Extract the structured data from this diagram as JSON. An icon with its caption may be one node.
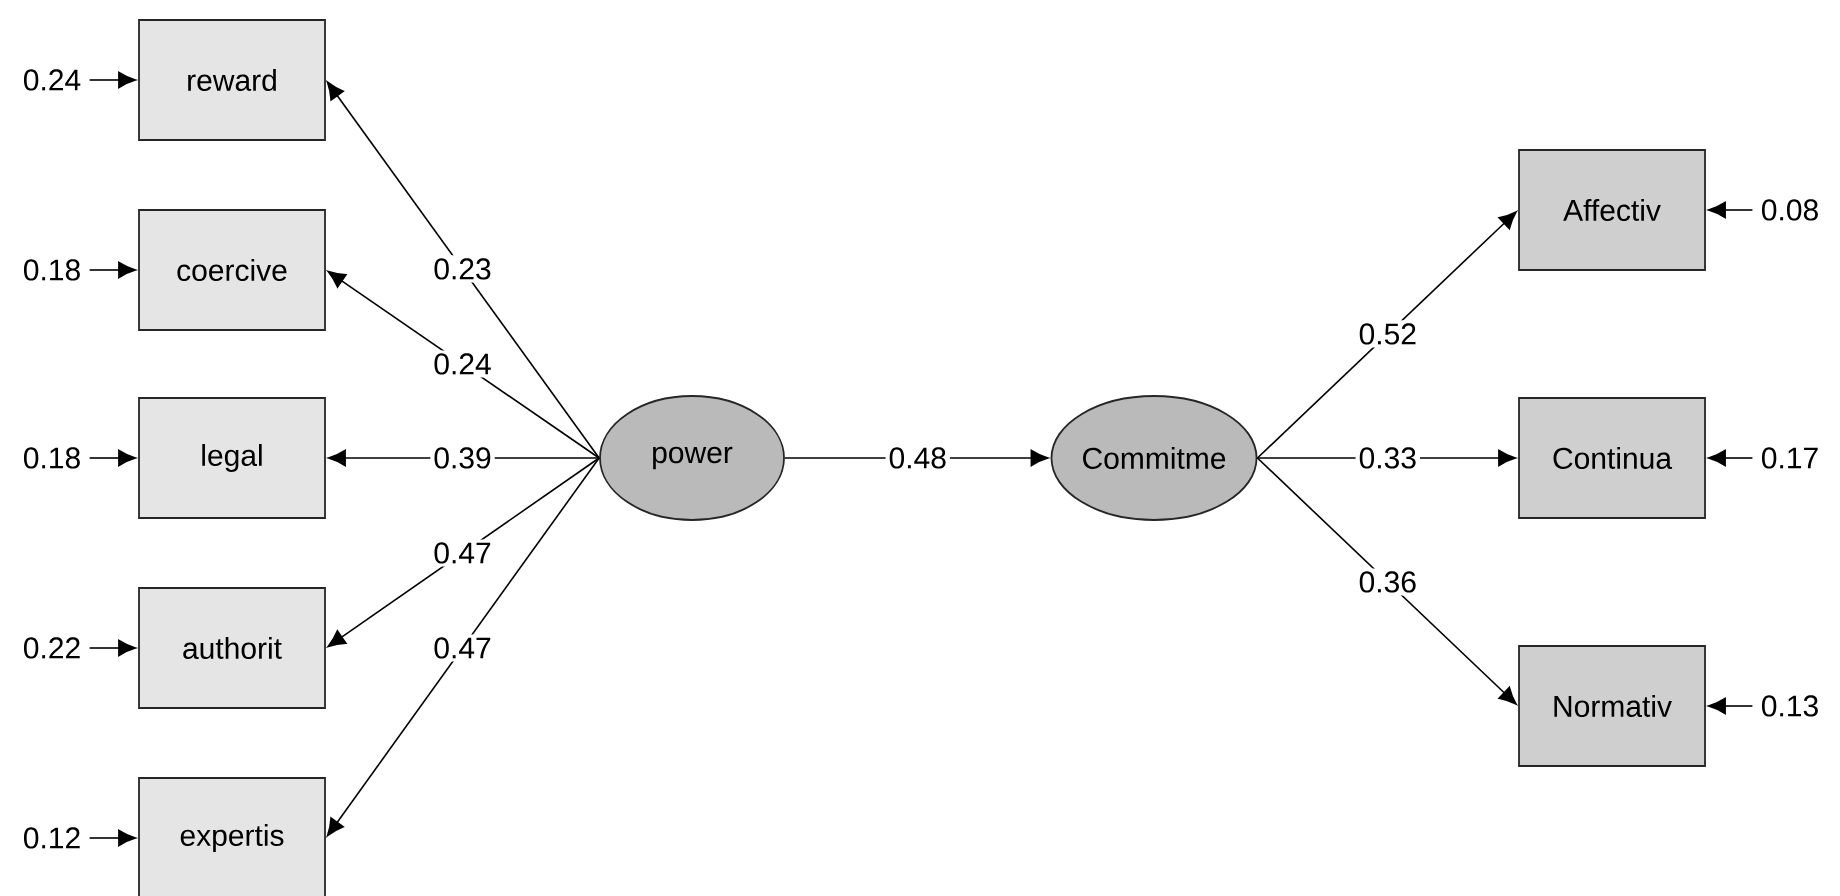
{
  "diagram": {
    "nodes": [
      {
        "text": [
          "reward"
        ]
      },
      {
        "text": [
          "coercive"
        ]
      },
      {
        "text": [
          "legal"
        ]
      },
      {
        "text": [
          "authorit"
        ]
      },
      {
        "text": [
          "expertis"
        ]
      },
      {
        "text": [
          "power"
        ]
      },
      {
        "text": [
          "Commitme"
        ]
      },
      {
        "text": [
          "Affectiv"
        ]
      },
      {
        "text": [
          "Continua"
        ]
      },
      {
        "text": [
          "Normativ"
        ]
      },
      {
        "text": [
          "0.24"
        ]
      },
      {
        "text": [
          "0.18"
        ]
      },
      {
        "text": [
          "0.18"
        ]
      },
      {
        "text": [
          "0.22"
        ]
      },
      {
        "text": [
          "0.12"
        ]
      },
      {
        "text": [
          "0.08"
        ]
      },
      {
        "text": [
          "0.17"
        ]
      },
      {
        "text": [
          "0.13"
        ]
      }
    ],
    "edges": [
      {
        "from": 10,
        "to": 0,
        "arrow": "to"
      },
      {
        "from": 11,
        "to": 1,
        "arrow": "to"
      },
      {
        "from": 12,
        "to": 2,
        "arrow": "to"
      },
      {
        "from": 13,
        "to": 3,
        "arrow": "to"
      },
      {
        "from": 14,
        "to": 4,
        "arrow": "to"
      },
      {
        "from": 5,
        "to": 0,
        "arrow": "to",
        "label": "0.23"
      },
      {
        "from": 5,
        "to": 1,
        "arrow": "to",
        "label": "0.24"
      },
      {
        "from": 5,
        "to": 2,
        "arrow": "to",
        "label": "0.39"
      },
      {
        "from": 5,
        "to": 3,
        "arrow": "to",
        "label": "0.47"
      },
      {
        "from": 5,
        "to": 4,
        "arrow": "to",
        "label": "0.47"
      },
      {
        "from": 5,
        "to": 6,
        "arrow": "to",
        "label": "0.48"
      },
      {
        "from": 6,
        "to": 7,
        "arrow": "to",
        "label": "0.52"
      },
      {
        "from": 6,
        "to": 8,
        "arrow": "to",
        "label": "0.33"
      },
      {
        "from": 6,
        "to": 9,
        "arrow": "to",
        "label": "0.36"
      },
      {
        "from": 15,
        "to": 7,
        "arrow": "to"
      },
      {
        "from": 16,
        "to": 8,
        "arrow": "to"
      },
      {
        "from": 17,
        "to": 9,
        "arrow": "to"
      }
    ]
  }
}
